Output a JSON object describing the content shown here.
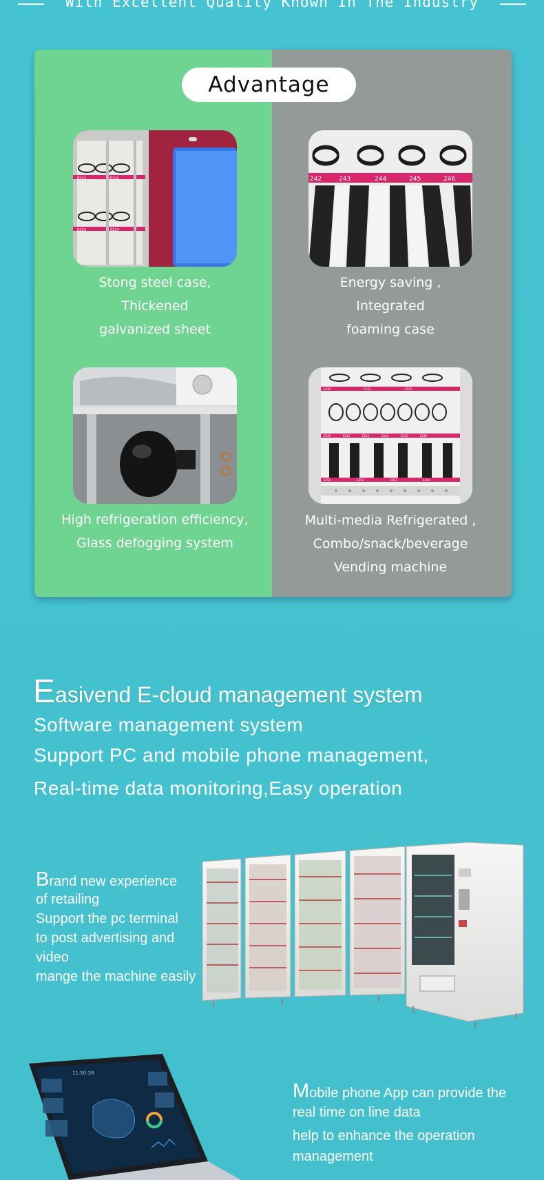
{
  "header": {
    "tagline": "With Excellent Quality Known In The Industry"
  },
  "advantage": {
    "title": "Advantage",
    "items": [
      {
        "caption_lines": [
          "Stong steel case,",
          "Thickened",
          "galvanized sheet"
        ]
      },
      {
        "caption_lines": [
          "Energy saving ,",
          "Integrated",
          "foaming case"
        ]
      },
      {
        "caption_lines": [
          "High refrigeration efficiency,",
          "Glass defogging system"
        ]
      },
      {
        "caption_lines": [
          "Multi-media Refrigerated ,",
          "Combo/snack/beverage",
          "Vending machine"
        ]
      }
    ],
    "labels": [
      "E213",
      "E214",
      "E223",
      "E224",
      "242",
      "243",
      "244",
      "245",
      "246",
      "E231",
      "E232",
      "E233",
      "E241",
      "E242",
      "E243",
      "E244",
      "E245",
      "E246",
      "E251",
      "E252",
      "E253",
      "E254"
    ]
  },
  "ecloud": {
    "title_initial": "E",
    "title_rest": "asivend E-cloud management system",
    "lines": [
      "Software management system",
      "Support PC and mobile phone management,",
      "Real-time data monitoring,Easy operation"
    ]
  },
  "retail": {
    "initial": "B",
    "lines": [
      "rand new experience",
      "of retailing",
      "Support the pc terminal",
      "to post advertising and",
      "video",
      "mange the machine easily"
    ]
  },
  "mobile": {
    "initial": "M",
    "lines": [
      "obile phone App can provide the",
      "real time on line data",
      "help to enhance the operation",
      "management"
    ]
  },
  "laptop": {
    "clock": "11:50:38"
  },
  "colors": {
    "panel_left": "#6fd391",
    "panel_right": "#939a98",
    "background": "#45c2d0"
  }
}
